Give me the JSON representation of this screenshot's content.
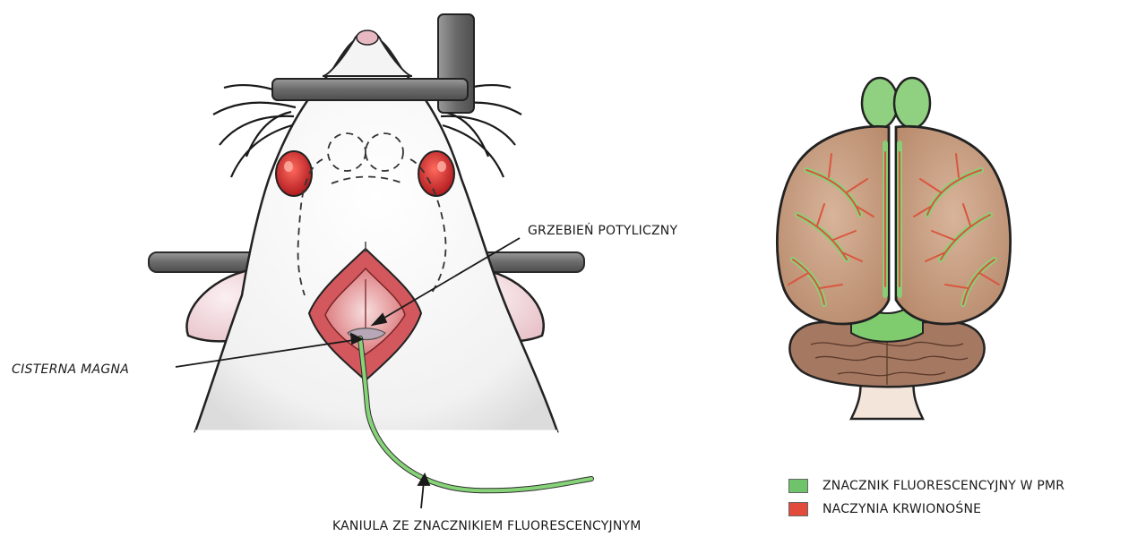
{
  "labels": {
    "occipital_crest": "GRZEBIEŃ POTYLICZNY",
    "cisterna_magna": "CISTERNA MAGNA",
    "cannula": "KANIULA ZE ZNACZNIKIEM FLUORESCENCYJNYM"
  },
  "legend": [
    {
      "label": "ZNACZNIK FLUORESCENCYJNY W PMR",
      "color": "#6fc36b"
    },
    {
      "label": "NACZYNIA KRWIONOŚNE",
      "color": "#e24a3b"
    }
  ],
  "colors": {
    "tracer_green": "#7ccc6e",
    "vessel_red": "#d9573f",
    "eye_red": "#c8262a",
    "stereotax_gray": "#6e6e6e",
    "brain_brown": "#c9a184"
  }
}
